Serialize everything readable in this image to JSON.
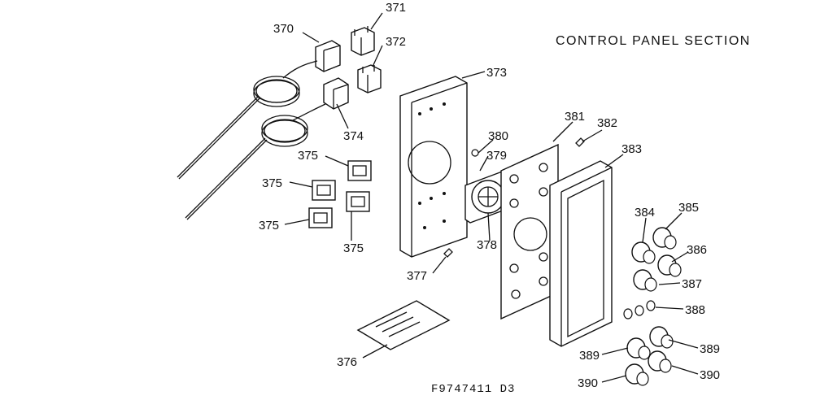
{
  "title": "CONTROL PANEL SECTION",
  "footer": "F9747411 D3",
  "labels": {
    "370": "370",
    "371": "371",
    "372": "372",
    "373": "373",
    "374": "374",
    "375a": "375",
    "375b": "375",
    "375c": "375",
    "375d": "375",
    "376": "376",
    "377": "377",
    "378": "378",
    "379": "379",
    "380": "380",
    "381": "381",
    "382": "382",
    "383": "383",
    "384": "384",
    "385": "385",
    "386": "386",
    "387": "387",
    "388": "388",
    "389a": "389",
    "389b": "389",
    "390a": "390",
    "390b": "390"
  }
}
